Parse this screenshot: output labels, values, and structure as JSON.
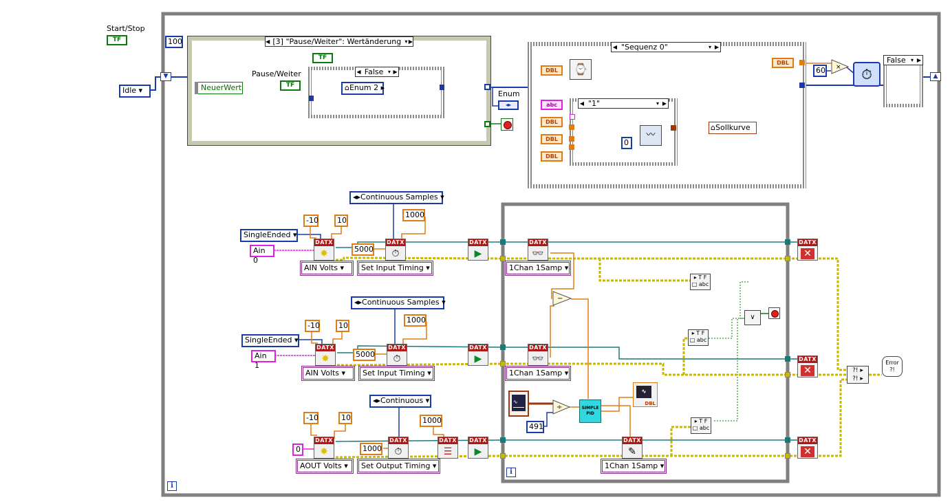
{
  "controls": {
    "start_stop_label": "Start/Stop",
    "start_stop_tf": "TF",
    "state_idle": "Idle",
    "loop_count": "100",
    "pause_weiter_label": "Pause/Weiter",
    "pause_tf": "TF",
    "neuerwert": "NeuerWert",
    "tf_small": "TF"
  },
  "event_case": {
    "selector": "[3] \"Pause/Weiter\": Wertänderung",
    "inner_case": "False",
    "enum_const": "Enum 2"
  },
  "enum_indicator": {
    "label": "Enum"
  },
  "sequence": {
    "selector": "\"Sequenz 0\"",
    "inner_case": "\"1\"",
    "dbl": "DBL",
    "abc": "abc",
    "zero": "0",
    "sollkurve": "Sollkurve"
  },
  "timing": {
    "sixty": "60",
    "false_case": "False"
  },
  "ain0": {
    "terminal": "SingleEnded",
    "min": "-10",
    "max": "10",
    "channel": "Ain 0",
    "volts": "AIN Volts",
    "sample_mode": "Continuous Samples",
    "rate": "1000",
    "samples": "5000",
    "timing": "Set Input Timing"
  },
  "ain1": {
    "terminal": "SingleEnded",
    "min": "-10",
    "max": "10",
    "channel": "Ain 1",
    "volts": "AIN Volts",
    "sample_mode": "Continuous Samples",
    "rate": "1000",
    "samples": "5000",
    "timing": "Set Input Timing"
  },
  "aout": {
    "min": "-10",
    "max": "10",
    "channel": "0",
    "volts": "AOUT Volts",
    "sample_mode": "Continuous",
    "rate": "1000",
    "samples": "1000",
    "timing": "Set Output Timing"
  },
  "inner_loop": {
    "read1": "1Chan 1Samp",
    "read2": "1Chan 1Samp",
    "write": "1Chan 1Samp",
    "divisor": "491",
    "pid": "SIMPLE PID",
    "dbl": "DBL"
  },
  "daq_header": "DATX",
  "misc": {
    "iter": "i",
    "error": "Error"
  },
  "colors": {
    "wire_blue": "#1a3aa8",
    "wire_orange": "#e07c16",
    "wire_teal": "#1a7a7a",
    "wire_green": "#0a7a0a",
    "wire_pink": "#e020e0",
    "error_yellow": "#c8b800",
    "daq_red": "#b01818"
  }
}
